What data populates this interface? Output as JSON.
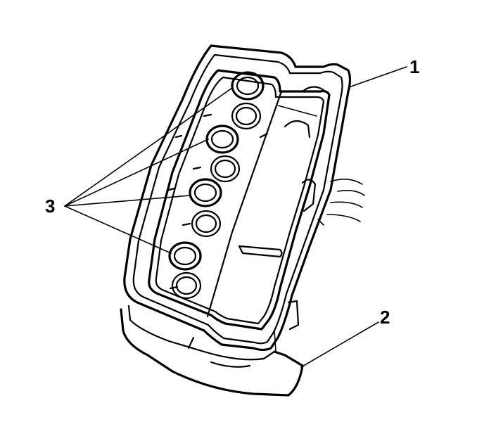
{
  "diagram": {
    "callouts": [
      {
        "id": "1",
        "label": "1"
      },
      {
        "id": "2",
        "label": "2"
      },
      {
        "id": "3",
        "label": "3"
      }
    ],
    "colors": {
      "stroke": "#000000",
      "background": "#ffffff"
    }
  }
}
